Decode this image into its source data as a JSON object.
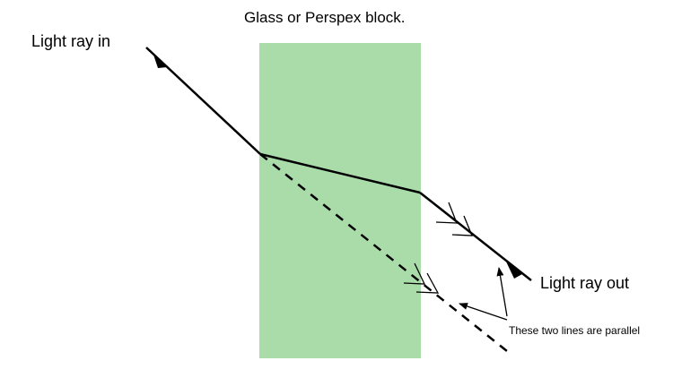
{
  "title": "Glass or Perspex block.",
  "labels": {
    "ray_in": "Light ray in",
    "ray_out": "Light ray out",
    "parallel_note": "These two lines are parallel"
  },
  "colors": {
    "block": "#aadcaa",
    "line": "#000000"
  }
}
